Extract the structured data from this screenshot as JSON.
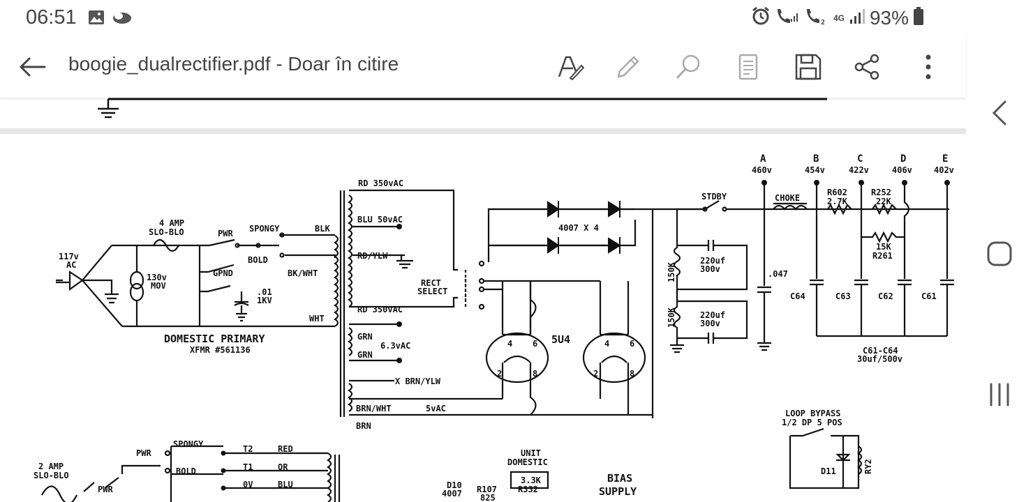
{
  "status": {
    "time": "06:51",
    "battery": "93%",
    "network": "4G",
    "icons": [
      "image-icon",
      "cloud-icon",
      "alarm-icon",
      "wifi-call-icon",
      "signal-icon",
      "battery-icon"
    ]
  },
  "appbar": {
    "title": "boogie_dualrectifier.pdf - Doar în citire",
    "actions": [
      "text-annotate-icon",
      "pencil-icon",
      "search-icon",
      "reading-mode-icon",
      "save-icon",
      "share-icon",
      "more-icon"
    ]
  },
  "nav": {
    "buttons": [
      "back-chevron-icon",
      "home-icon",
      "recents-icon"
    ]
  },
  "schematic": {
    "labels": {
      "main_in": "117v",
      "ac": "AC",
      "fuse1_a": "4 AMP",
      "fuse1_b": "SLO-BLO",
      "mov_a": "130v",
      "mov_b": "MOV",
      "pwr1": "PWR",
      "spongy": "SPONGY",
      "blk": "BLK",
      "gpnd": "GPND",
      "bold": "BOLD",
      "bkwht": "BK/WHT",
      "cap01": ".01",
      "cap01v": "1KV",
      "wht": "WHT",
      "dom_primary": "DOMESTIC PRIMARY",
      "xfmr": "XFMR #561136",
      "rd350a": "RD 350vAC",
      "blu50": "BLU 50vAC",
      "rdylw": "RD/YLW",
      "rect_select_a": "RECT",
      "rect_select_b": "SELECT",
      "rd350b": "RD 350vAC",
      "grn1": "GRN",
      "v63": "6.3vAC",
      "grn2": "GRN",
      "brnylw": "X BRN/YLW",
      "brnwht": "BRN/WHT",
      "v5": "5vAC",
      "brn": "BRN",
      "diodes": "4007 X 4",
      "tube": "5U4",
      "pin4a": "4",
      "pin6a": "6",
      "pin2a": "2",
      "pin8a": "8",
      "pin4b": "4",
      "pin6b": "6",
      "pin2b": "2",
      "pin8b": "8",
      "stdby": "STDBY",
      "r150a": "150K",
      "r150b": "150K",
      "c220a": "220uf",
      "c220a_v": "300v",
      "c220b": "220uf",
      "c220b_v": "300v",
      "choke": "CHOKE",
      "r602": "R602",
      "r602v": "2.7K",
      "r252": "R252",
      "r252v": "22K",
      "r261v": "15K",
      "r261": "R261",
      "c047": ".047",
      "c64": "C64",
      "c63": "C63",
      "c62": "C62",
      "c61": "C61",
      "cgroup": "C61-C64",
      "cgroup_v": "30uf/500v",
      "nA": "A",
      "nB": "B",
      "nC": "C",
      "nD": "D",
      "nE": "E",
      "vA": "460v",
      "vB": "454v",
      "vC": "422v",
      "vD": "406v",
      "vE": "402v",
      "loop_a": "LOOP BYPASS",
      "loop_b": "1/2 DP 5 POS",
      "d11": "D11",
      "ry2": "RY2",
      "fuse2_a": "2 AMP",
      "fuse2_b": "SLO-BLO",
      "pwr2": "PWR",
      "pwr3": "PWR",
      "spongy2": "SPONGY",
      "bold2": "BOLD",
      "t2": "T2",
      "t1": "T1",
      "t0": "0V",
      "red": "RED",
      "or": "OR",
      "blu": "BLU",
      "unit_a": "UNIT",
      "unit_b": "DOMESTIC",
      "r332v": "3.3K",
      "r332": "R332",
      "d10": "D10",
      "d10v": "4007",
      "r107": "R107",
      "r107v": "825",
      "bias_a": "BIAS",
      "bias_b": "SUPPLY"
    }
  }
}
